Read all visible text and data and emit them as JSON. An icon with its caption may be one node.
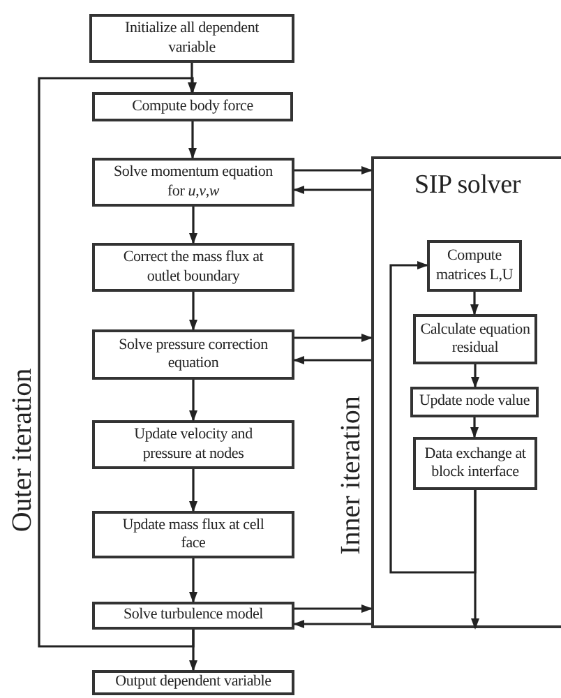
{
  "diagram": {
    "nodes": [
      {
        "text": [
          "Initialize all dependent variable"
        ]
      },
      {
        "text": [
          "Compute body force"
        ]
      },
      {
        "text": [
          "Solve momentum equation for *u*,*v*,*w*"
        ]
      },
      {
        "text": [
          "Correct the mass flux at outlet boundary"
        ]
      },
      {
        "text": [
          "Solve pressure correction equation"
        ]
      },
      {
        "text": [
          "Update velocity and pressure at nodes"
        ]
      },
      {
        "text": [
          "Update mass flux at cell face"
        ]
      },
      {
        "text": [
          "Solve turbulence model"
        ]
      },
      {
        "text": [
          "Output dependent variable"
        ]
      },
      {
        "text": [
          "SIP solver"
        ]
      },
      {
        "text": [
          "Compute matrices L,U"
        ],
        "in": 9
      },
      {
        "text": [
          "Calculate equation residual"
        ],
        "in": 9
      },
      {
        "text": [
          "Update node value"
        ],
        "in": 9
      },
      {
        "text": [
          "Data exchange at block interface"
        ],
        "in": 9
      }
    ],
    "edges": [
      {
        "from": 0,
        "to": 1,
        "arrow": "to"
      },
      {
        "from": 1,
        "to": 2,
        "arrow": "to"
      },
      {
        "from": 2,
        "to": 3,
        "arrow": "to"
      },
      {
        "from": 3,
        "to": 4,
        "arrow": "to"
      },
      {
        "from": 4,
        "to": 5,
        "arrow": "to"
      },
      {
        "from": 5,
        "to": 6,
        "arrow": "to"
      },
      {
        "from": 6,
        "to": 7,
        "arrow": "to"
      },
      {
        "from": 7,
        "to": 8,
        "arrow": "to"
      },
      {
        "from": 7,
        "to": 1,
        "arrow": "to"
      },
      {
        "from": 2,
        "to": 9,
        "arrow": "to"
      },
      {
        "from": 9,
        "to": 2,
        "arrow": "to"
      },
      {
        "from": 4,
        "to": 9,
        "arrow": "to"
      },
      {
        "from": 9,
        "to": 4,
        "arrow": "to"
      },
      {
        "from": 7,
        "to": 9,
        "arrow": "to"
      },
      {
        "from": 9,
        "to": 7,
        "arrow": "to"
      },
      {
        "from": 10,
        "to": 11,
        "arrow": "to"
      },
      {
        "from": 11,
        "to": 12,
        "arrow": "to"
      },
      {
        "from": 12,
        "to": 13,
        "arrow": "to"
      },
      {
        "from": 13,
        "to": 10,
        "arrow": "to"
      },
      {
        "from": 13,
        "to": 9,
        "arrow": "to"
      }
    ],
    "labels": [
      "Outer iteration",
      "Inner iteration"
    ]
  }
}
